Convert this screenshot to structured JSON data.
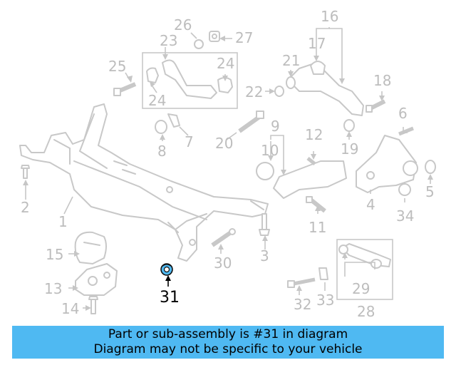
{
  "diagram": {
    "labels": {
      "l1": "1",
      "l2": "2",
      "l3": "3",
      "l4": "4",
      "l5": "5",
      "l6": "6",
      "l7": "7",
      "l8": "8",
      "l9": "9",
      "l10": "10",
      "l11": "11",
      "l12": "12",
      "l13": "13",
      "l14": "14",
      "l15": "15",
      "l16": "16",
      "l17": "17",
      "l18": "18",
      "l19": "19",
      "l20": "20",
      "l21": "21",
      "l22": "22",
      "l23": "23",
      "l24a": "24",
      "l24b": "24",
      "l25": "25",
      "l26": "26",
      "l27": "27",
      "l28": "28",
      "l29": "29",
      "l30": "30",
      "l31": "31",
      "l32": "32",
      "l33": "33",
      "l34": "34"
    },
    "highlighted_part": "31",
    "highlight_color": "#4fb9f2"
  },
  "banner": {
    "line1": "Part or sub-assembly is #31 in diagram",
    "line2": "Diagram may not be specific to your vehicle",
    "color": "#4fb9f2"
  }
}
